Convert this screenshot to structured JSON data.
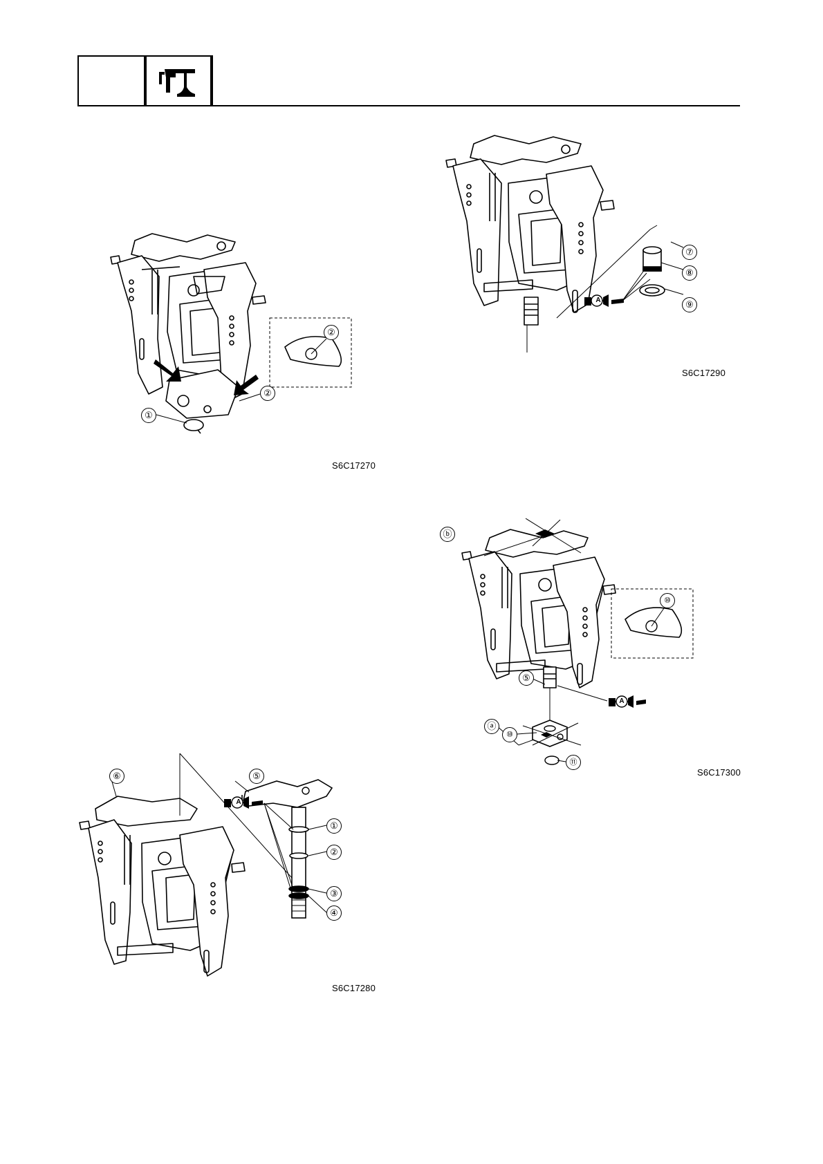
{
  "header": {
    "chapter_icon": "bracket-unit-icon"
  },
  "figures": [
    {
      "id": "fig1",
      "code": "S6C17270",
      "callouts": [
        "①",
        "②",
        "②"
      ]
    },
    {
      "id": "fig2",
      "code": "S6C17290",
      "callouts": [
        "⑦",
        "⑧",
        "⑨"
      ],
      "lube_mark": "A"
    },
    {
      "id": "fig3",
      "code": "S6C17280",
      "callouts": [
        "⑥",
        "⑤",
        "①",
        "②",
        "③",
        "④"
      ],
      "lube_mark": "A"
    },
    {
      "id": "fig4",
      "code": "S6C17300",
      "callouts": [
        "ⓑ",
        "⑩",
        "⑤",
        "⑩",
        "ⓐ",
        "⑪"
      ],
      "lube_mark": "A"
    }
  ],
  "colors": {
    "ink": "#000000",
    "paper": "#ffffff"
  }
}
